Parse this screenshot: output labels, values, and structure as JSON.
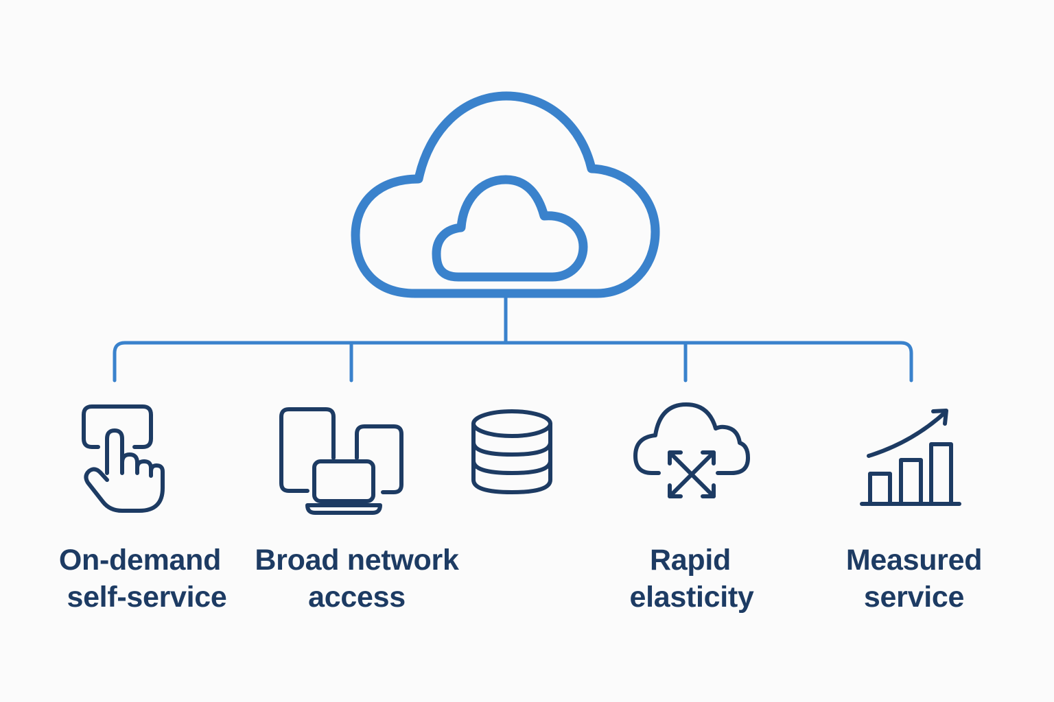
{
  "colors": {
    "background": "#fbfbfb",
    "cloud_stroke": "#3a82cc",
    "connector": "#3a82cc",
    "icon_stroke": "#1d3b63",
    "label_text": "#1d3b63"
  },
  "hub": {
    "icon": "cloud-icon"
  },
  "characteristics": [
    {
      "icon": "touch-hand-icon",
      "label_line1": "On-demand",
      "label_line2": "self-service"
    },
    {
      "icon": "devices-icon",
      "label_line1": "Broad network",
      "label_line2": "access"
    },
    {
      "icon": "database-icon",
      "label_line1": "",
      "label_line2": ""
    },
    {
      "icon": "cloud-expand-icon",
      "label_line1": "Rapid",
      "label_line2": "elasticity"
    },
    {
      "icon": "growth-chart-icon",
      "label_line1": "Measured",
      "label_line2": "service"
    }
  ]
}
